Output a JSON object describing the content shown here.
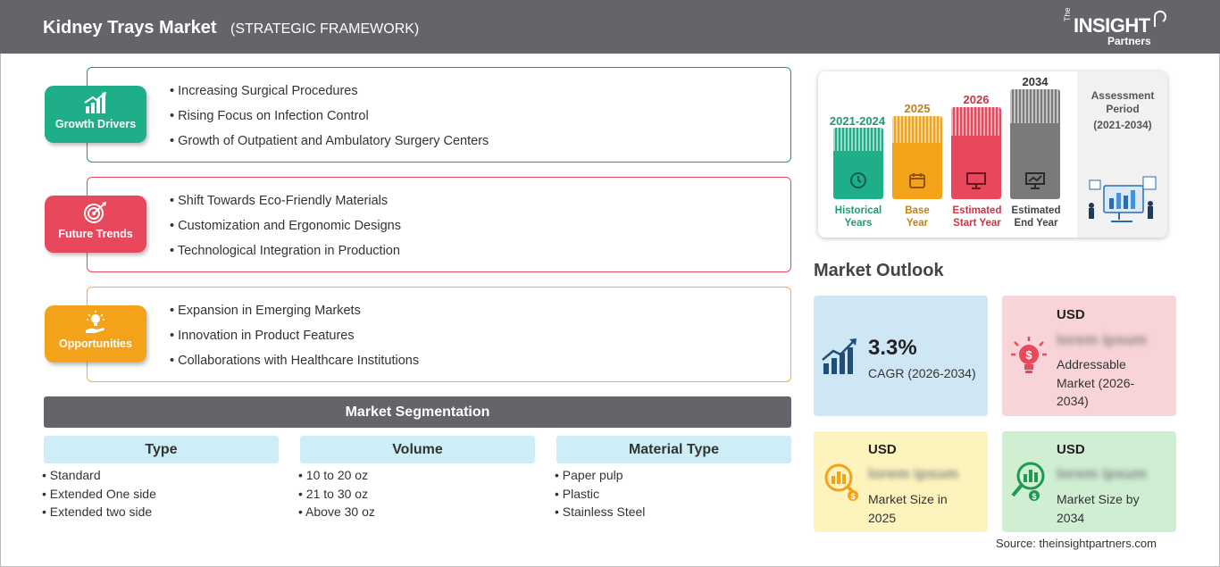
{
  "header": {
    "title": "Kidney Trays Market",
    "subtitle": "(STRATEGIC FRAMEWORK)",
    "logo_the": "The",
    "logo_insight": "INSIGHT",
    "logo_partners": "Partners"
  },
  "framework": [
    {
      "label": "Growth Drivers",
      "icon": "bar-growth-icon",
      "color": "#1fae8a",
      "items": [
        "Increasing Surgical Procedures",
        "Rising Focus on Infection Control",
        "Growth of Outpatient and Ambulatory Surgery Centers"
      ]
    },
    {
      "label": "Future Trends",
      "icon": "target-icon",
      "color": "#e8485c",
      "items": [
        "Shift Towards Eco-Friendly Materials",
        "Customization and Ergonomic Designs",
        "Technological Integration in Production"
      ]
    },
    {
      "label": "Opportunities",
      "icon": "lightbulb-hand-icon",
      "color": "#f5a21b",
      "items": [
        "Expansion in Emerging Markets",
        "Innovation in Product Features",
        "Collaborations with Healthcare Institutions"
      ]
    }
  ],
  "segmentation": {
    "title": "Market Segmentation",
    "groups": [
      {
        "header": "Type",
        "items": [
          "Standard",
          "Extended One side",
          "Extended two side"
        ]
      },
      {
        "header": "Volume",
        "items": [
          "10 to 20 oz",
          "21 to 30 oz",
          "Above 30 oz"
        ]
      },
      {
        "header": "Material Type",
        "items": [
          "Paper pulp",
          "Plastic",
          "Stainless Steel"
        ]
      }
    ]
  },
  "timeline": {
    "columns": [
      {
        "year": "2021-2024",
        "label_1": "Historical",
        "label_2": "Years",
        "color": "#1fae8a"
      },
      {
        "year": "2025",
        "label_1": "Base",
        "label_2": "Year",
        "color": "#f5a21b"
      },
      {
        "year": "2026",
        "label_1": "Estimated",
        "label_2": "Start Year",
        "color": "#e8485c"
      },
      {
        "year": "2034",
        "label_1": "Estimated",
        "label_2": "End Year",
        "color": "#7a7a7a"
      }
    ],
    "assessment_1": "Assessment",
    "assessment_2": "Period",
    "assessment_range": "(2021-2034)"
  },
  "outlook": {
    "title": "Market Outlook",
    "cagr_value": "3.3%",
    "cagr_label": "CAGR (2026-2034)",
    "addressable": {
      "currency": "USD",
      "value": "lorem ipsum",
      "desc_1": "Addressable",
      "desc_2": "Market (2026-",
      "desc_3": "2034)"
    },
    "size_2025": {
      "currency": "USD",
      "value": "lorem ipsum",
      "desc_1": "Market Size in",
      "desc_2": "2025"
    },
    "size_2034": {
      "currency": "USD",
      "value": "lorem ipsum",
      "desc_1": "Market Size by",
      "desc_2": "2034"
    }
  },
  "source": "Source: theinsightpartners.com"
}
